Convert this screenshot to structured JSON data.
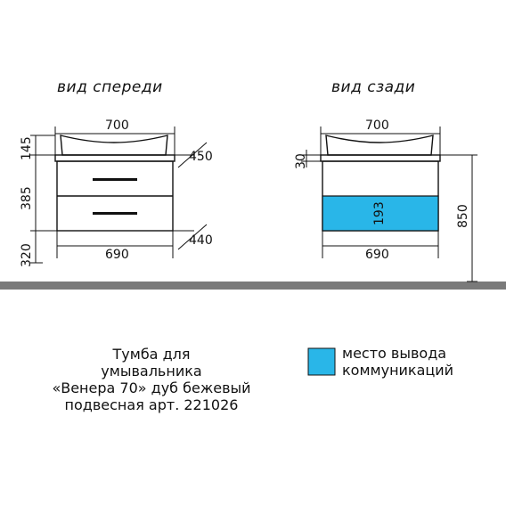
{
  "front_view": {
    "title": "вид спереди",
    "width_top": "700",
    "width_bottom": "690",
    "depth_top": "450",
    "depth_bottom": "440",
    "h_basin": "145",
    "h_body": "385",
    "h_mount": "320"
  },
  "back_view": {
    "title": "вид сзади",
    "width_top": "700",
    "width_bottom": "690",
    "h_top": "30",
    "h_zone": "193",
    "h_total": "850"
  },
  "caption": {
    "line1": "Тумба для",
    "line2": "умывальника",
    "line3": "«Венера 70» дуб бежевый",
    "line4": "подвесная арт. 221026"
  },
  "legend": {
    "color": "#29b6e8",
    "line1": "место вывода",
    "line2": "коммуникаций"
  },
  "colors": {
    "floor": "#7a7a7a",
    "zone": "#29b6e8"
  }
}
